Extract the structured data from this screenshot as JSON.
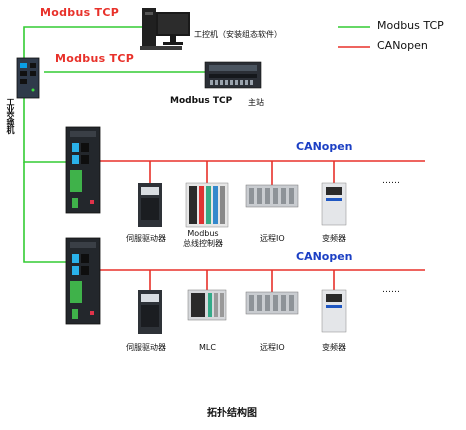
{
  "top_labels": {
    "modbus_tcp_1": "Modbus TCP",
    "modbus_tcp_2": "Modbus TCP"
  },
  "pc_label": "工控机（安装组态软件）",
  "master_label": "Modbus TCP",
  "master_suffix": "主站",
  "switch_label": "工业交换机",
  "legend": [
    {
      "label": "Modbus TCP",
      "color": "#33cc33"
    },
    {
      "label": "CANopen",
      "color": "#e8312a"
    }
  ],
  "bus1": {
    "protocol": "CANopen",
    "devices": [
      "伺服驱动器",
      "Modbus\n总线控制器",
      "远程IO",
      "变频器"
    ],
    "more": "……"
  },
  "bus2": {
    "protocol": "CANopen",
    "devices": [
      "伺服驱动器",
      "MLC",
      "远程IO",
      "变频器"
    ],
    "more": "……"
  },
  "caption": "拓扑结构图",
  "colors": {
    "ethernet": "#33cc33",
    "canopen": "#e8312a",
    "label_red": "#e8312a",
    "label_blue": "#1b3fc4"
  }
}
